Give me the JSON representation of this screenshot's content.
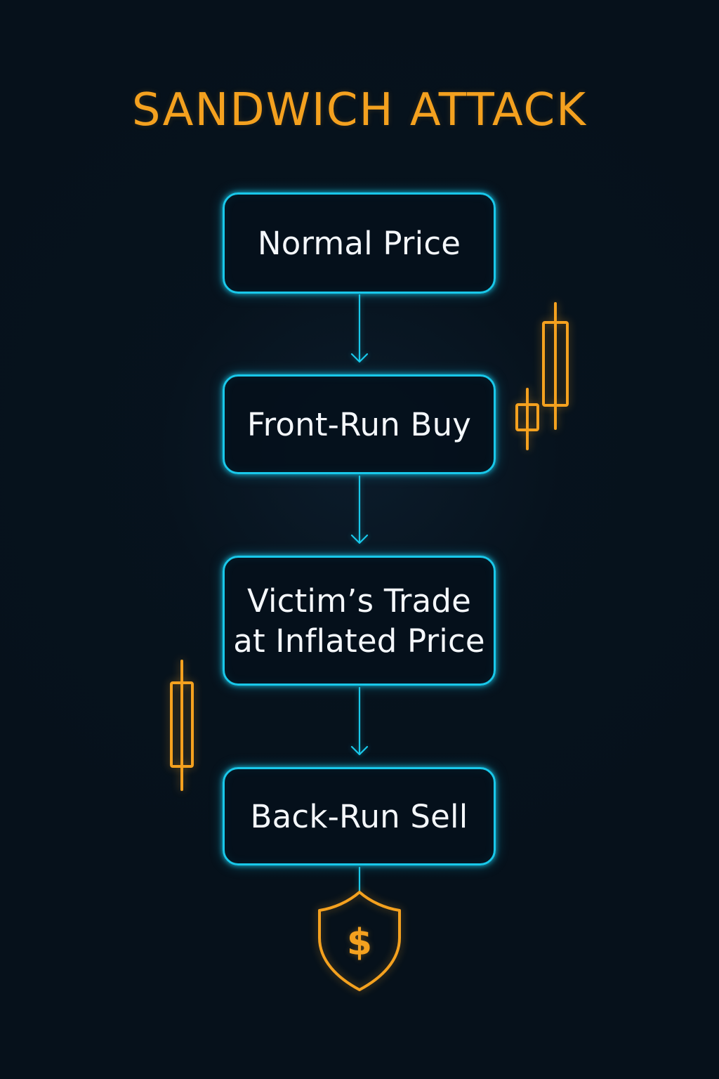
{
  "diagram": {
    "title": "SANDWICH ATTACK",
    "steps": [
      {
        "label": "Normal Price"
      },
      {
        "label": "Front-Run Buy"
      },
      {
        "label_lines": [
          "Victim’s Trade",
          "at Inflated Price"
        ]
      },
      {
        "label": "Back-Run Sell"
      }
    ],
    "end_icon": "shield-dollar-icon",
    "decorative_icons": [
      "candlestick-icon",
      "candlestick-icon"
    ]
  },
  "colors": {
    "background": "#06111b",
    "title_accent": "#f4a11f",
    "flow_accent": "#19c8ea",
    "text": "#f4f7fb",
    "icon_accent": "#f4a11f"
  }
}
